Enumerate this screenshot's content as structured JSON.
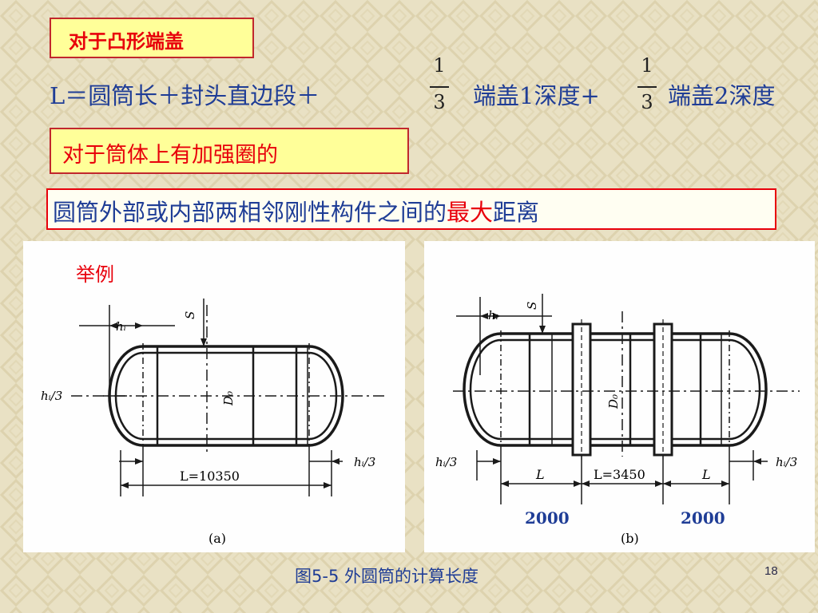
{
  "box1_text": "对于凸形端盖",
  "formula": {
    "lhs": "L＝圆筒长＋封头直边段＋",
    "frac1_num": "1",
    "frac1_den": "3",
    "term1": "端盖1深度+",
    "frac2_num": "1",
    "frac2_den": "3",
    "term2": "端盖2深度"
  },
  "box2_text": "对于筒体上有加强圈的",
  "box3": {
    "pre": "圆筒外部或内部两相邻刚性构件之间的",
    "highlight": "最大",
    "post": "距离"
  },
  "example_label": "举例",
  "figure_a": {
    "hi": "hᵢ",
    "s": "S",
    "do": "D₀",
    "hi3_left": "hᵢ/3",
    "hi3_right": "hᵢ/3",
    "length": "L=10350",
    "tag": "(a)"
  },
  "figure_b": {
    "hi": "hᵢ",
    "s": "S",
    "do": "D₀",
    "hi3_left": "hᵢ/3",
    "hi3_right": "hᵢ/3",
    "l_left": "L",
    "length": "L=3450",
    "l_right": "L",
    "tag": "(b)",
    "dim_left": "2000",
    "dim_right": "2000"
  },
  "caption": "图5-5  外圆筒的计算长度",
  "page_number": "18",
  "colors": {
    "red": "#e8000b",
    "blue": "#1f3d96",
    "box_fill": "#ffff99",
    "bg": "#e9e1c4"
  }
}
